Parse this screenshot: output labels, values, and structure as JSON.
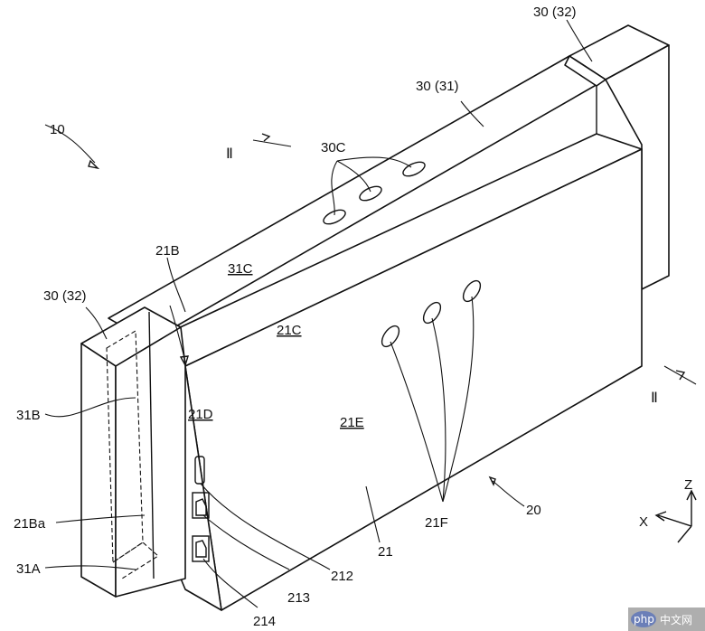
{
  "labels": {
    "device": "10",
    "module_back_upper": "30 (32)",
    "module_back_mid": "30 (31)",
    "module_front_left": "30 (32)",
    "holes_30c": "30C",
    "section_upper": "Ⅱ",
    "section_lower": "Ⅱ",
    "face_31c": "31C",
    "face_21b": "21B",
    "face_21c": "21C",
    "face_21d": "21D",
    "face_21e": "21E",
    "face_21f": "21F",
    "label_31b": "31B",
    "label_21ba": "21Ba",
    "label_31a": "31A",
    "label_21": "21",
    "label_20": "20",
    "label_212": "212",
    "label_213": "213",
    "label_214": "214",
    "axis_z": "Z",
    "axis_x": "X"
  },
  "watermark": {
    "logo_text": "php",
    "site_text": "中文网"
  }
}
